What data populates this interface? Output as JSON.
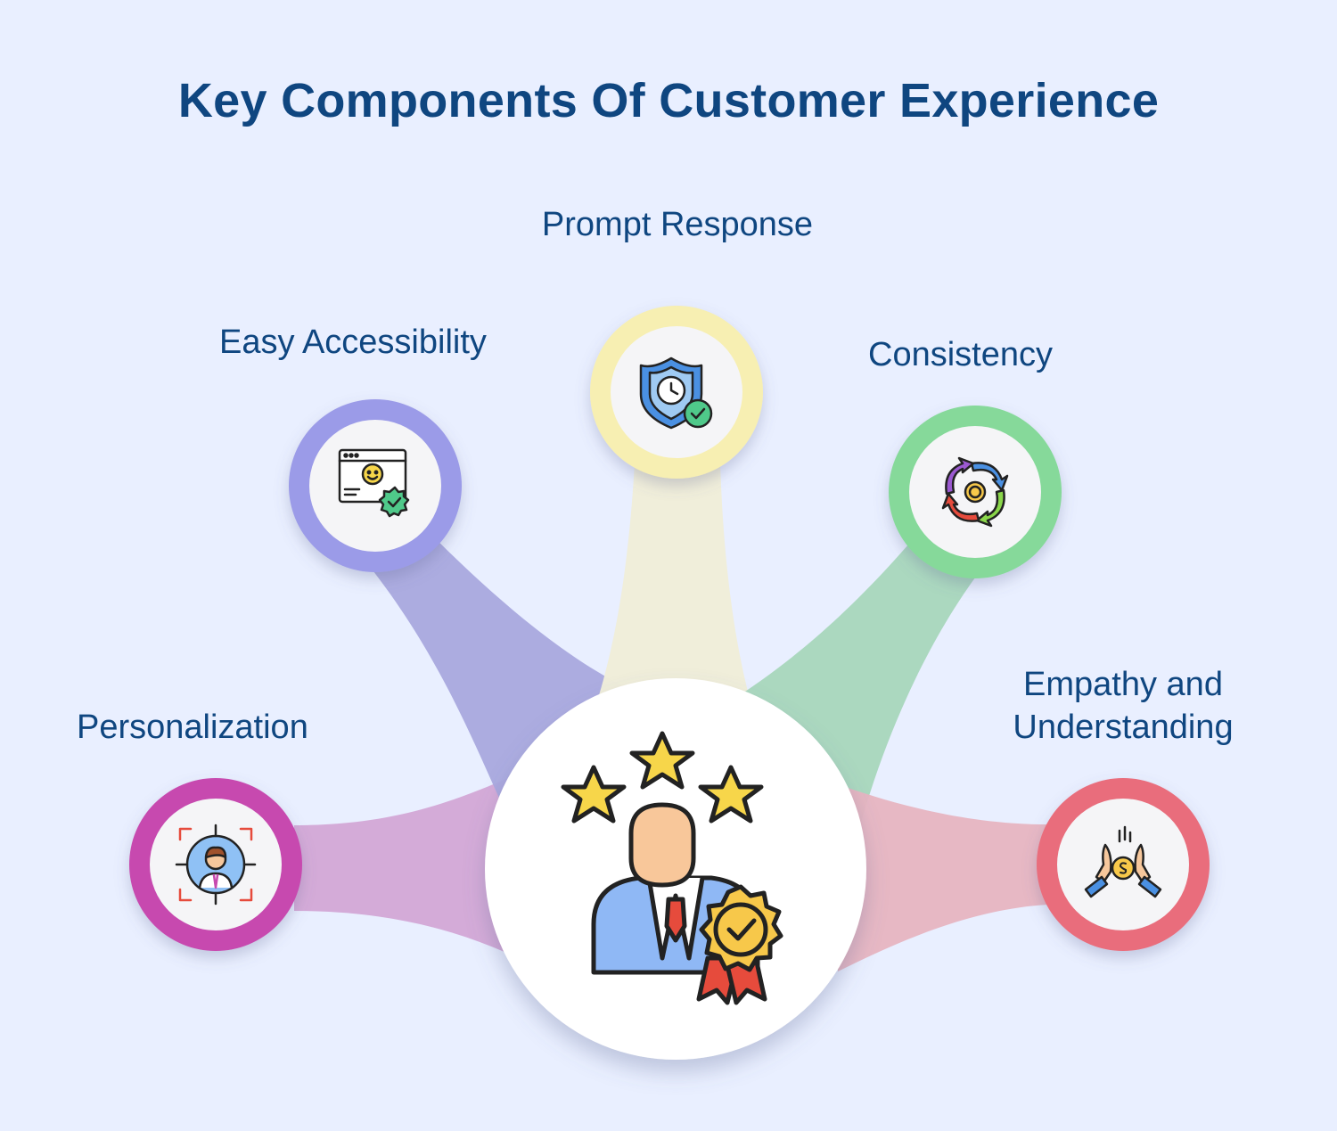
{
  "title": "Key Components Of Customer Experience",
  "center": {
    "icon": "customer-rating-award-icon"
  },
  "components": [
    {
      "key": "personalization",
      "label": "Personalization",
      "icon": "user-target-focus-icon",
      "color": "#c74aaf",
      "stem_color": "#d3a7d6"
    },
    {
      "key": "accessibility",
      "label": "Easy Accessibility",
      "icon": "browser-smile-badge-icon",
      "color": "#9b9be8",
      "stem_color": "#a9a8de"
    },
    {
      "key": "response",
      "label": "Prompt Response",
      "icon": "shield-clock-check-icon",
      "color": "#f7efb2",
      "stem_color": "#f0eed9"
    },
    {
      "key": "consistency",
      "label": "Consistency",
      "icon": "cycle-arrows-coin-icon",
      "color": "#86d99a",
      "stem_color": "#a8d6bc"
    },
    {
      "key": "empathy",
      "label_line1": "Empathy and",
      "label_line2": "Understanding",
      "icon": "hands-coin-icon",
      "color": "#e96d7b",
      "stem_color": "#e7b4c1"
    }
  ]
}
